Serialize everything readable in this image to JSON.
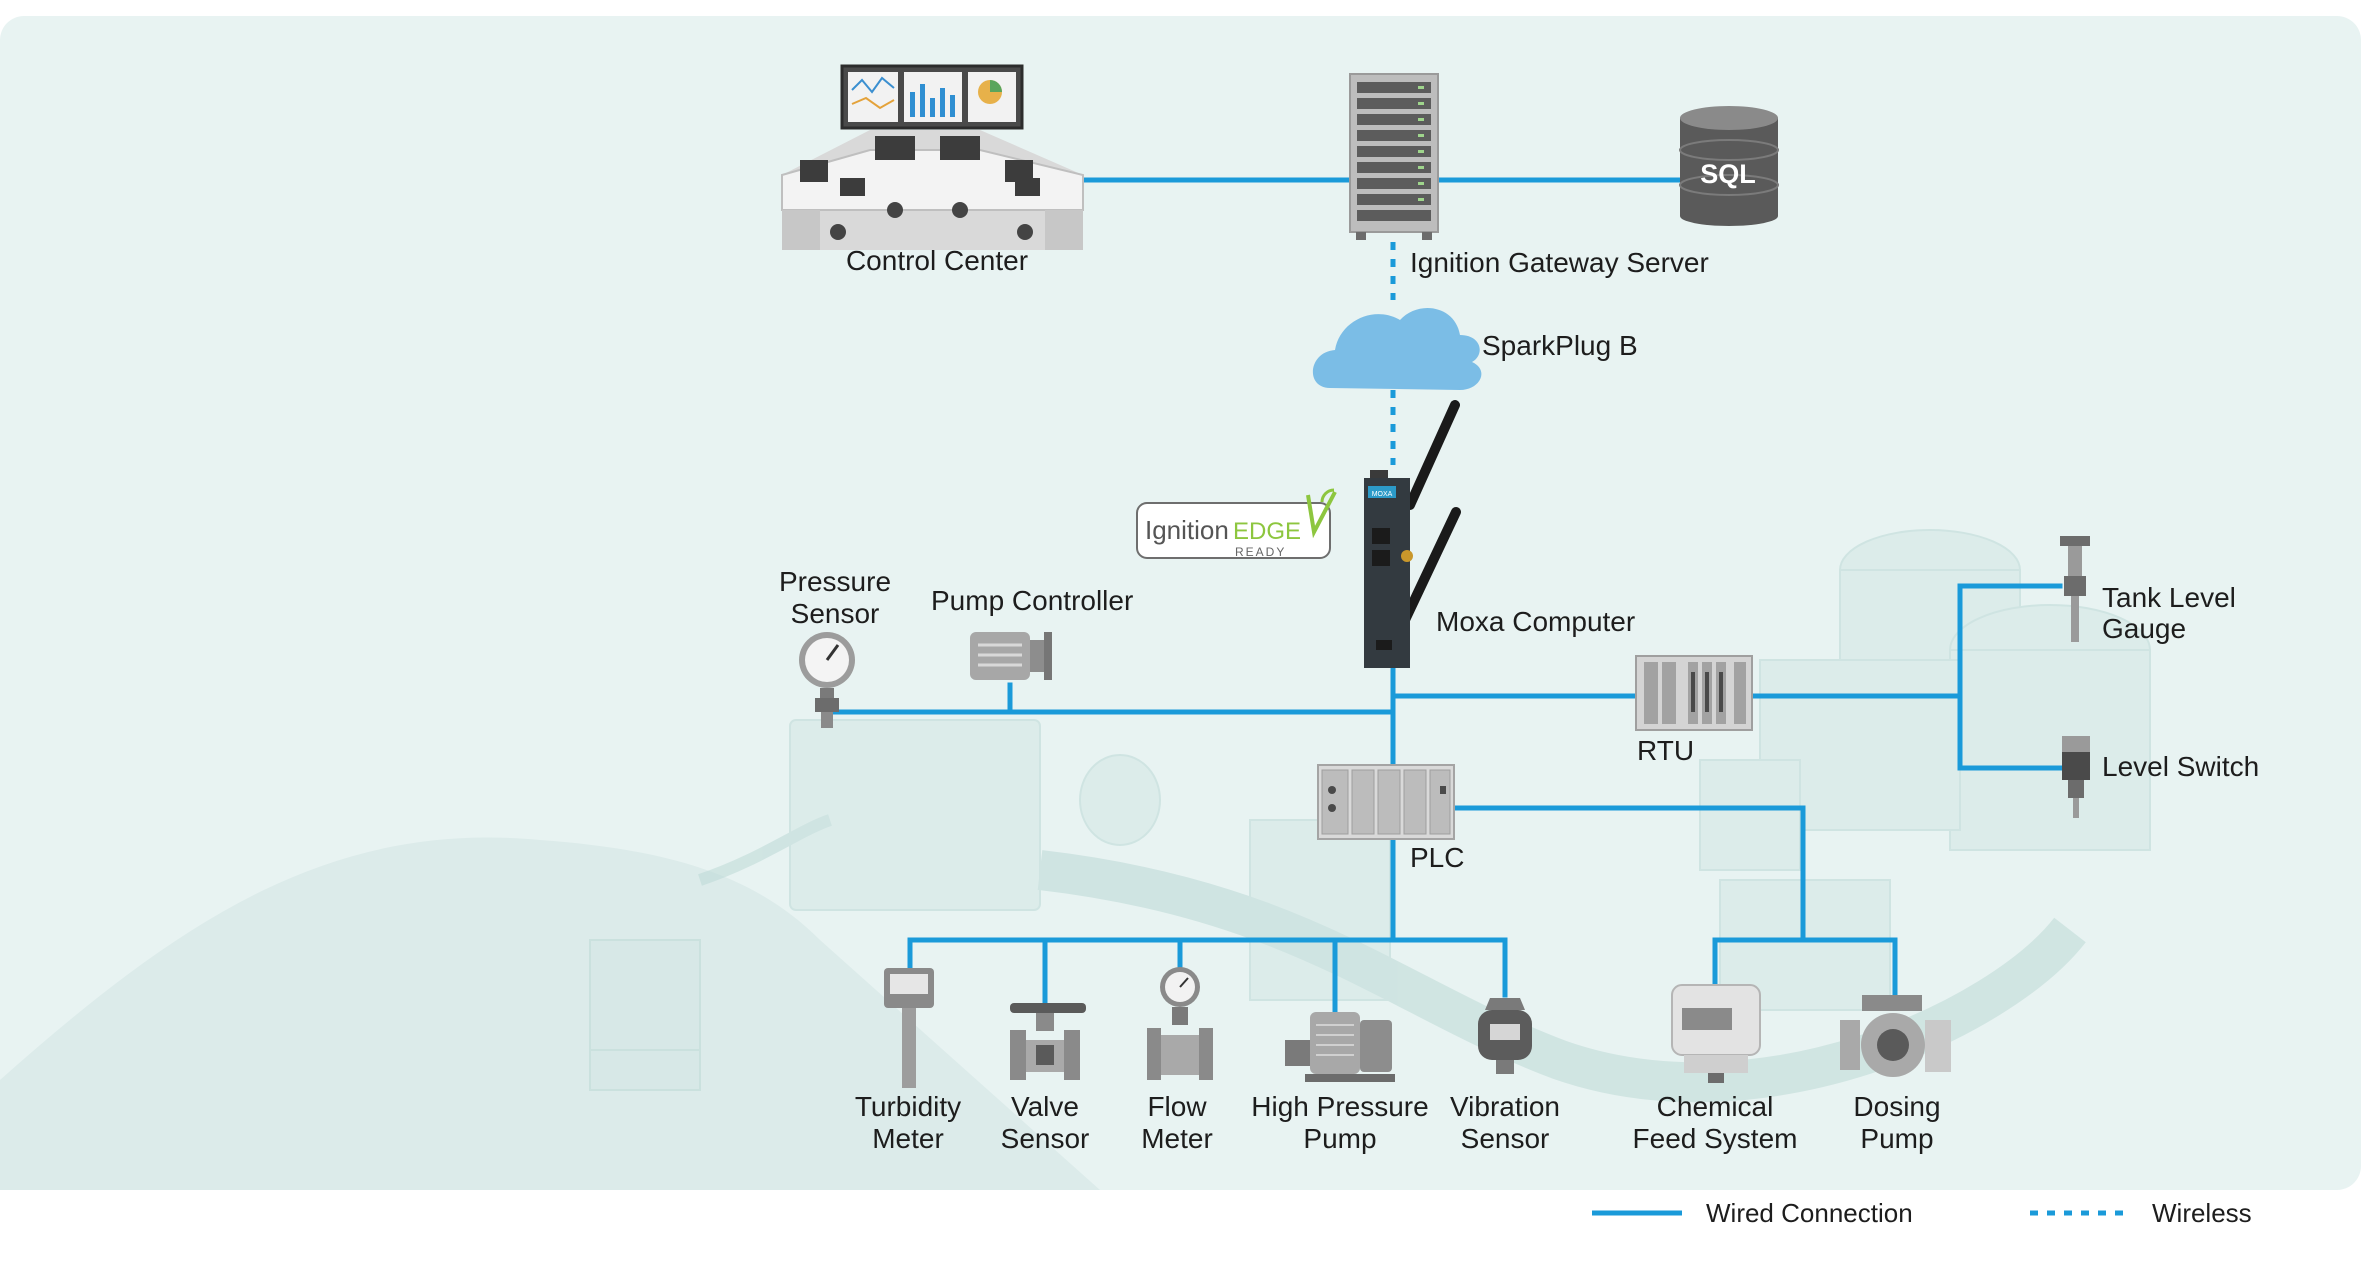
{
  "nodes": {
    "control_center": "Control Center",
    "gateway": "Ignition Gateway Server",
    "sql": "SQL",
    "cloud": "SparkPlug B",
    "moxa": "Moxa Computer",
    "ignition_logo_main": "Ignition",
    "ignition_logo_edge": "EDGE",
    "ignition_logo_ready": "READY",
    "moxa_brand": "MOXA",
    "pressure_sensor": [
      "Pressure",
      "Sensor"
    ],
    "pump_controller": "Pump Controller",
    "rtu": "RTU",
    "plc": "PLC",
    "tank_level_gauge": [
      "Tank Level",
      "Gauge"
    ],
    "level_switch": "Level Switch",
    "turbidity_meter": [
      "Turbidity",
      "Meter"
    ],
    "valve_sensor": [
      "Valve",
      "Sensor"
    ],
    "flow_meter": [
      "Flow",
      "Meter"
    ],
    "high_pressure_pump": [
      "High Pressure",
      "Pump"
    ],
    "vibration_sensor": [
      "Vibration",
      "Sensor"
    ],
    "chemical_feed": [
      "Chemical",
      "Feed System"
    ],
    "dosing_pump": [
      "Dosing",
      "Pump"
    ]
  },
  "legend": {
    "wired": "Wired Connection",
    "wireless": "Wireless"
  },
  "colors": {
    "link": "#1a9ad9",
    "background": "#e8f3f2",
    "device_gray": "#8f9294",
    "cloud": "#7bbde6"
  }
}
